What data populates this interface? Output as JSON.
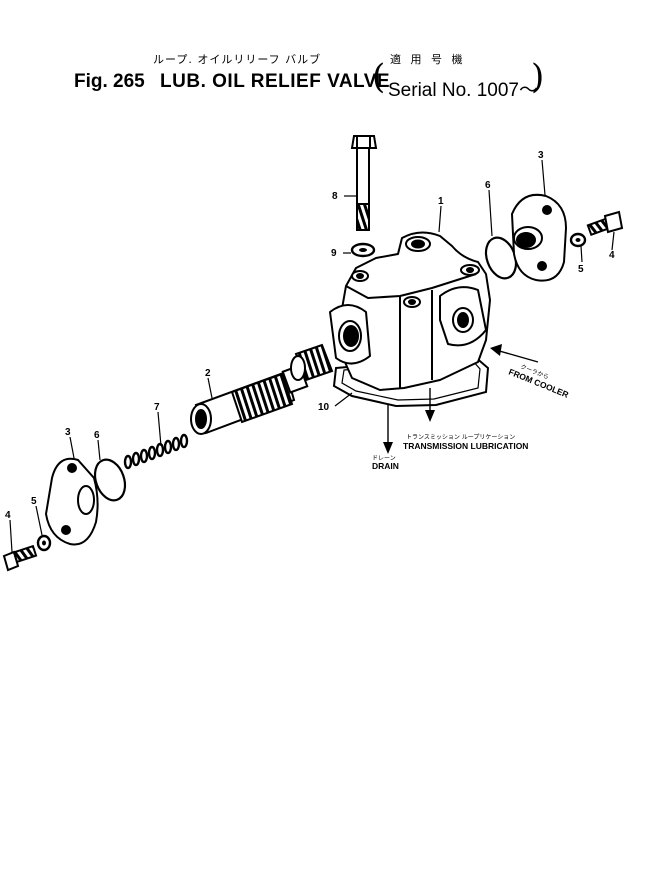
{
  "header": {
    "jp_title": "ループ. オイルリリーフ バルブ",
    "jp_serial": "適 用 号 機",
    "figure": "Fig. 265",
    "title": "LUB. OIL RELIEF VALVE",
    "paren_open": "(",
    "serial": "Serial No. 1007～",
    "paren_close": ")"
  },
  "callouts": {
    "c1": "1",
    "c2": "2",
    "c3_top": "3",
    "c3_left": "3",
    "c4_right": "4",
    "c4_left": "4",
    "c5_right": "5",
    "c5_left": "5",
    "c6_top": "6",
    "c6_left": "6",
    "c7": "7",
    "c8": "8",
    "c9": "9",
    "c10": "10"
  },
  "flow_labels": {
    "from_cooler_jp": "クーラから",
    "from_cooler": "FROM COOLER",
    "transmission_jp": "トランスミッション ループリケーション",
    "transmission": "TRANSMISSION LUBRICATION",
    "drain_jp": "ドレーン",
    "drain": "DRAIN"
  }
}
